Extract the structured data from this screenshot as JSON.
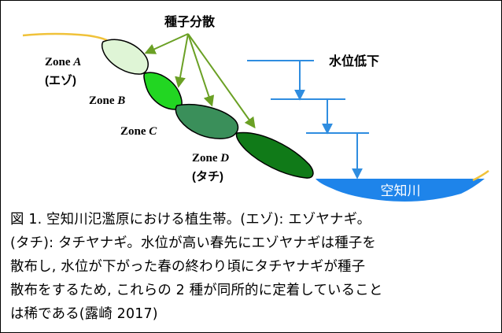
{
  "diagram": {
    "dispersal_label": "種子分散",
    "water_label": "水位低下",
    "river_label": "空知川",
    "zones": [
      {
        "name_prefix": "Zone ",
        "name_letter": "A",
        "sub": "(エゾ)",
        "color": "#dff5d6"
      },
      {
        "name_prefix": "Zone ",
        "name_letter": "B",
        "sub": "",
        "color": "#22d622"
      },
      {
        "name_prefix": "Zone ",
        "name_letter": "C",
        "sub": "",
        "color": "#3a8f5a"
      },
      {
        "name_prefix": "Zone ",
        "name_letter": "D",
        "sub": "(タチ)",
        "color": "#107a18"
      }
    ],
    "colors": {
      "arrow": "#6aa024",
      "water": "#2f8de0",
      "river_fill": "#1e84ea",
      "bank": "#f0c23a"
    }
  },
  "caption": {
    "lines": [
      "図 1. 空知川氾濫原における植生帯。(エゾ): エゾヤナギ。",
      "(タチ): タチヤナギ。水位が高い春先にエゾヤナギは種子を",
      "散布し, 水位が下がった春の終わり頃にタチヤナギが種子",
      "散布をするため, これらの 2 種が同所的に定着していること",
      "は稀である(露崎 2017)"
    ]
  }
}
